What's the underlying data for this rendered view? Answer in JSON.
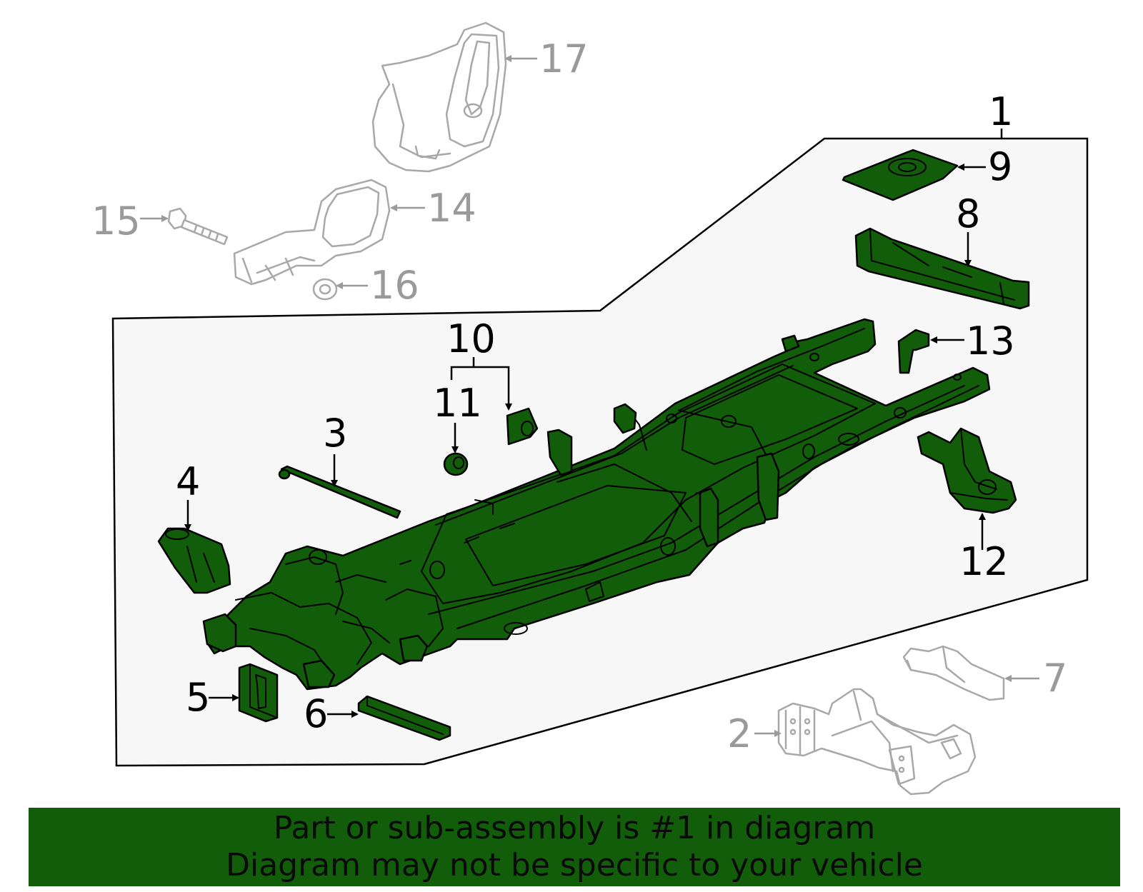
{
  "colors": {
    "highlight_part": "#125d0a",
    "banner_background": "#125d0a",
    "inactive_label": "#9a9a9a",
    "active_label": "#000000",
    "region_background": "#f7f7f7"
  },
  "callouts": {
    "c1": "1",
    "c2": "2",
    "c3": "3",
    "c4": "4",
    "c5": "5",
    "c6": "6",
    "c7": "7",
    "c8": "8",
    "c9": "9",
    "c10": "10",
    "c11": "11",
    "c12": "12",
    "c13": "13",
    "c14": "14",
    "c15": "15",
    "c16": "16",
    "c17": "17"
  },
  "banner": {
    "line1": "Part or sub-assembly is #1 in diagram",
    "line2": "Diagram may not be specific to your vehicle"
  }
}
